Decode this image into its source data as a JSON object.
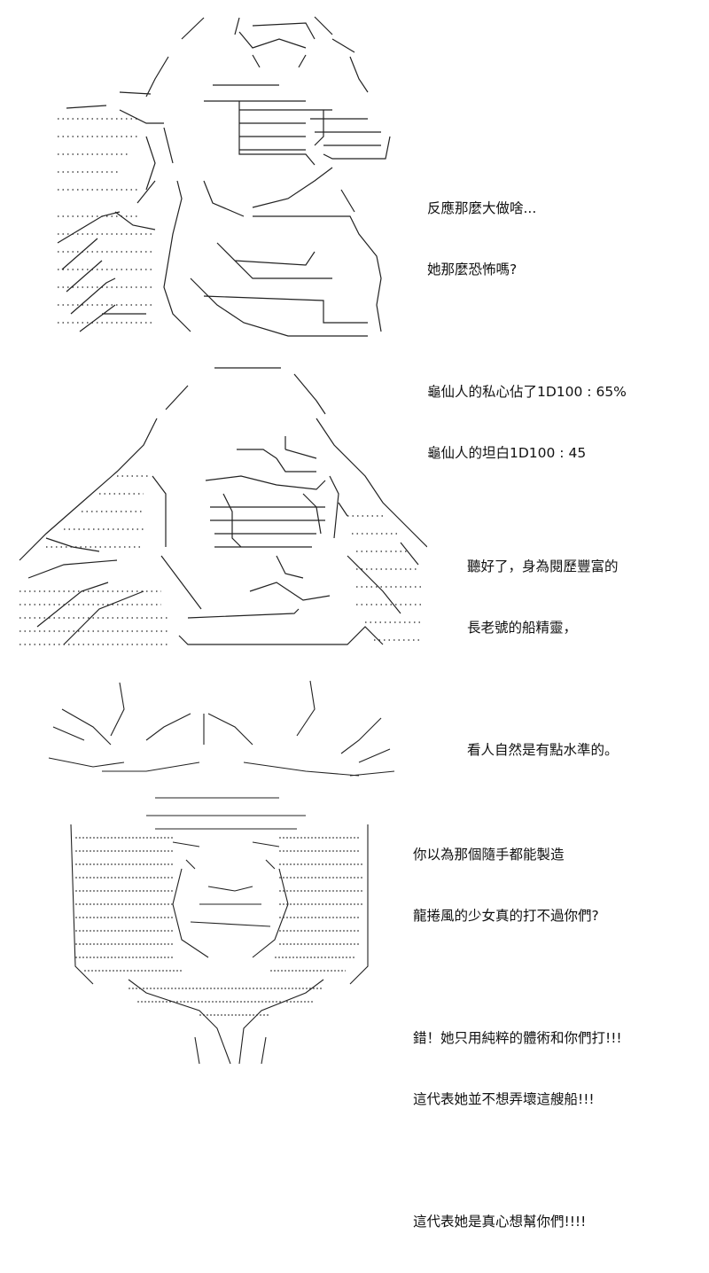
{
  "panels": [
    {
      "art": "character-ascii-art-1",
      "lines": [
        "反應那麼大做啥...",
        "她那麼恐怖嗎?",
        "",
        "龜仙人的私心佔了1D100 : 65%",
        "龜仙人的坦白1D100 : 45"
      ]
    },
    {
      "art": "character-ascii-art-2",
      "lines": [
        "聽好了，身為閱歷豐富的",
        "長老號的船精靈，",
        "",
        "看人自然是有點水準的。"
      ]
    },
    {
      "art": "character-ascii-art-3",
      "lines": [
        "你以為那個隨手都能製造",
        "龍捲風的少女真的打不過你們?",
        "",
        "錯！她只用純粹的體術和你們打!!!",
        "這代表她並不想弄壞這艘船!!!",
        "",
        "這代表她是真心想幫你們!!!!"
      ]
    }
  ]
}
